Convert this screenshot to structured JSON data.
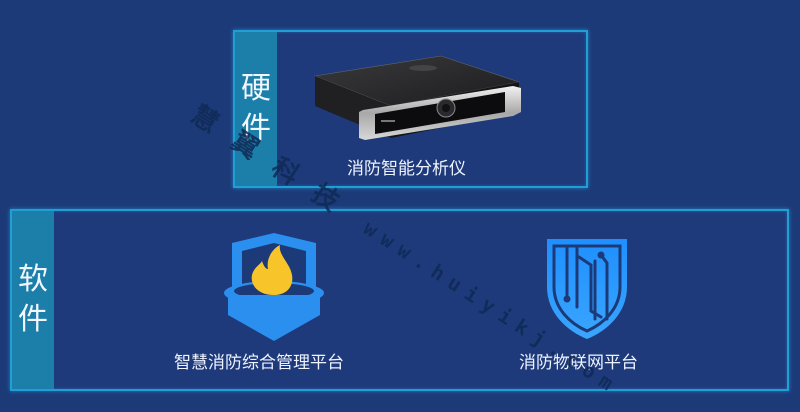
{
  "hardware": {
    "side_label_1": "硬",
    "side_label_2": "件",
    "device_caption": "消防智能分析仪",
    "device_icon": "nvr-device-icon"
  },
  "software": {
    "side_label_1": "软",
    "side_label_2": "件",
    "items": [
      {
        "caption": "智慧消防综合管理平台",
        "icon": "fire-shield-icon"
      },
      {
        "caption": "消防物联网平台",
        "icon": "circuit-shield-icon"
      }
    ]
  },
  "watermark": {
    "brand": "慧翼科技",
    "url": "www.huiyikj.com"
  },
  "colors": {
    "background": "#1d3a78",
    "border": "#1f9fd6",
    "side_strip": "#1b7faa",
    "shield_blue": "#2b8ff0",
    "flame_yellow": "#f7c52a"
  }
}
